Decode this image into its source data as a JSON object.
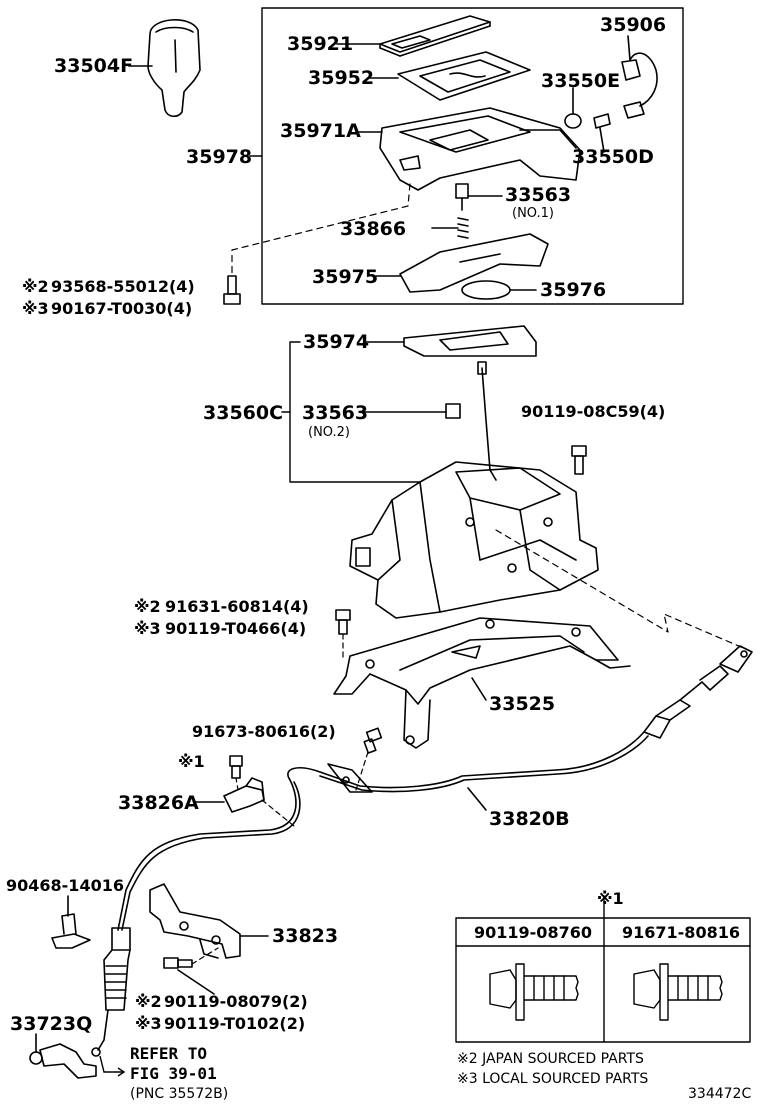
{
  "labels": {
    "p33504F": "33504F",
    "p35921": "35921",
    "p35906": "35906",
    "p35952": "35952",
    "p33550E": "33550E",
    "p35971A": "35971A",
    "p35978": "35978",
    "p33550D": "33550D",
    "p33563a": "33563",
    "no1": "(NO.1)",
    "p33866": "33866",
    "p35975": "35975",
    "p35976": "35976",
    "p35974": "35974",
    "p33560C": "33560C",
    "p33563b": "33563",
    "no2": "(NO.2)",
    "p33525": "33525",
    "p33826A": "33826A",
    "p33820B": "33820B",
    "p33823": "33823",
    "p33723Q": "33723Q",
    "p90468": "90468-14016",
    "fig": "334472C"
  },
  "bolts": {
    "b93568": "93568-55012(4)",
    "b90167": "90167-T0030(4)",
    "b90119c59": "90119-08C59(4)",
    "b91631": "91631-60814(4)",
    "b90119t0466": "90119-T0466(4)",
    "b91673": "91673-80616(2)",
    "b90119079": "90119-08079(2)",
    "b90119t0102": "90119-T0102(2)"
  },
  "marks": {
    "m1": "※1",
    "m2": "※2",
    "m3": "※3"
  },
  "refer": {
    "line1": "REFER TO",
    "line2": "FIG 39-01",
    "line3": "(PNC 35572B)"
  },
  "table": {
    "mark": "※1",
    "col1": "90119-08760",
    "col2": "91671-80816"
  },
  "notes": {
    "japan": "※2 JAPAN SOURCED PARTS",
    "local": "※3 LOCAL SOURCED PARTS"
  }
}
